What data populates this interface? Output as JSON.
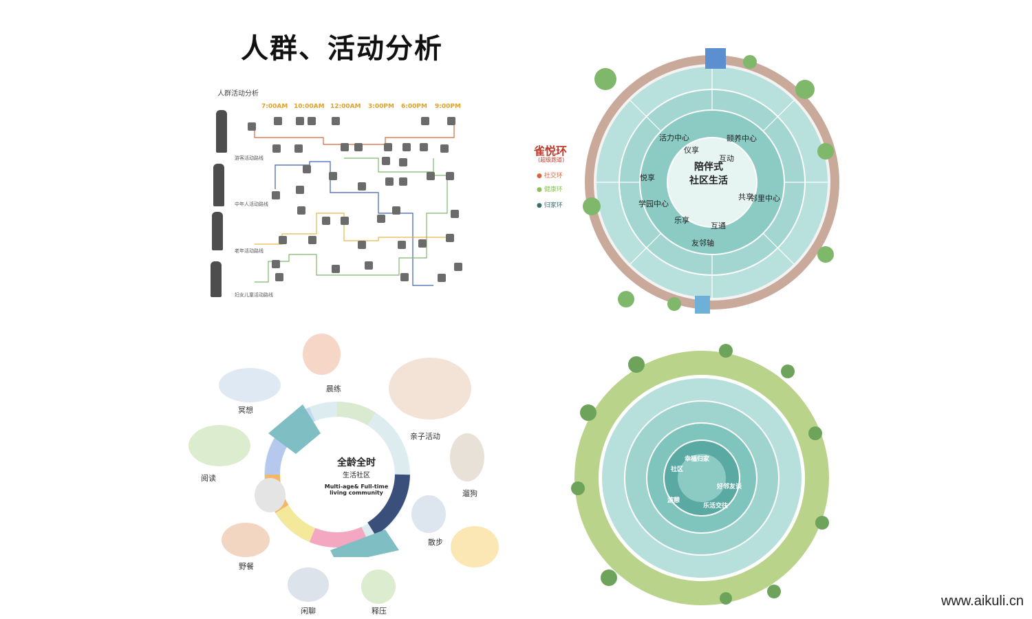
{
  "page": {
    "title": "人群、活动分析",
    "watermark": "www.aikuli.cn"
  },
  "crowd_activity": {
    "heading": "人群活动分析",
    "times": [
      "7:00AM",
      "10:00AM",
      "12:00AM",
      "3:00PM",
      "6:00PM",
      "9:00PM"
    ],
    "routes": [
      {
        "label": "游客活动路线",
        "color": "#d9643a"
      },
      {
        "label": "中年人活动路线",
        "color": "#3e5fb5"
      },
      {
        "label": "老年活动路线",
        "color": "#e8b84a"
      },
      {
        "label": "妇女儿童活动路线",
        "color": "#7fb86a"
      }
    ]
  },
  "ring_ring": {
    "brand": "雀悦环",
    "brand_sub": "(超级跑道)",
    "legend": [
      {
        "label": "社交环",
        "color": "#d9643a"
      },
      {
        "label": "健康环",
        "color": "#8bbf5a"
      },
      {
        "label": "归家环",
        "color": "#3a6f6a"
      }
    ],
    "center_title_1": "陪伴式",
    "center_title_2": "社区生活",
    "inner_labels": [
      "仪享",
      "互动",
      "活力中心",
      "颐养中心",
      "悦享",
      "共享",
      "学园中心",
      "邻里中心",
      "乐享",
      "互通",
      "友邻轴"
    ]
  },
  "all_age": {
    "center_title": "全龄全时",
    "center_sub": "生活社区",
    "center_en_1": "Multi-age& Full-time",
    "center_en_2": "living community",
    "activities": [
      "晨练",
      "冥想",
      "亲子活动",
      "阅读",
      "遛狗",
      "散步",
      "野餐",
      "闲聊",
      "释压"
    ]
  },
  "ring4": {
    "labels": [
      "幸福归家",
      "社区",
      "好邻友谈",
      "乐活交往",
      "游憩"
    ]
  },
  "colors": {
    "teal": "#7fc7c1",
    "teal_dark": "#5aa9a3",
    "track": "#c9a99a",
    "green_ring": "#b9d38b"
  }
}
